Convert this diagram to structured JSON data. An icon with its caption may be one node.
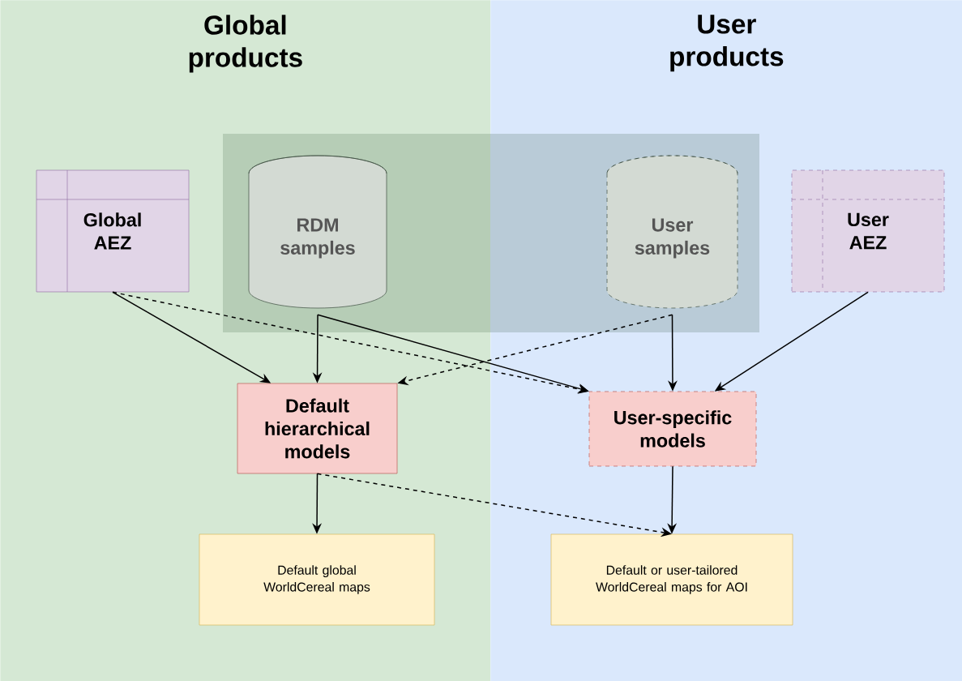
{
  "diagram": {
    "nodes": [
      {
        "text": [
          "Global products"
        ]
      },
      {
        "text": [
          "User products"
        ]
      },
      {
        "text": [
          "Global AEZ"
        ],
        "in": 0
      },
      {
        "text": [
          "RDM samples"
        ],
        "in": 0
      },
      {
        "text": [
          "User samples"
        ],
        "in": 1
      },
      {
        "text": [
          "User AEZ"
        ],
        "in": 1
      },
      {
        "text": [
          "Default hierarchical models"
        ],
        "in": 0
      },
      {
        "text": [
          "User-specific models"
        ],
        "in": 1
      },
      {
        "text": [
          "Default global WorldCereal maps"
        ],
        "in": 0
      },
      {
        "text": [
          "Default or user-tailored WorldCereal maps for AOI"
        ],
        "in": 1
      }
    ],
    "edges": [
      {
        "from": 2,
        "to": 6,
        "arrow": "to"
      },
      {
        "from": 2,
        "to": 7,
        "arrow": "to",
        "style": "dashed"
      },
      {
        "from": 3,
        "to": 6,
        "arrow": "to"
      },
      {
        "from": 3,
        "to": 7,
        "arrow": "to"
      },
      {
        "from": 4,
        "to": 6,
        "arrow": "to",
        "style": "dashed"
      },
      {
        "from": 4,
        "to": 7,
        "arrow": "to"
      },
      {
        "from": 5,
        "to": 7,
        "arrow": "to"
      },
      {
        "from": 6,
        "to": 8,
        "arrow": "to"
      },
      {
        "from": 6,
        "to": 9,
        "arrow": "to",
        "style": "dashed"
      },
      {
        "from": 7,
        "to": 9,
        "arrow": "to"
      }
    ]
  }
}
